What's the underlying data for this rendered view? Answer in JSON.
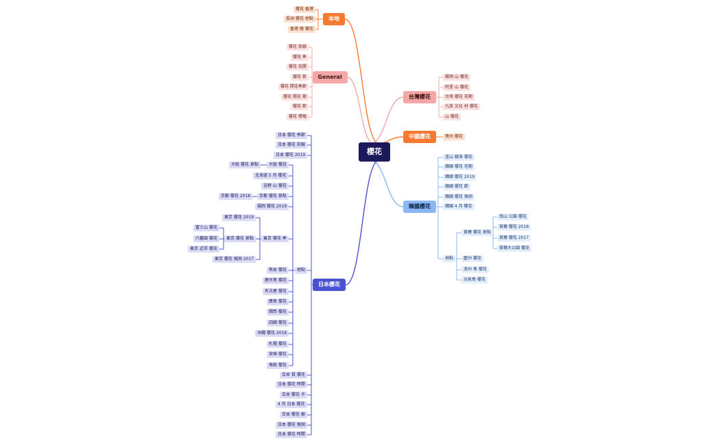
{
  "mindmap": {
    "root": "櫻花",
    "branches": {
      "bendi": {
        "label": "本地",
        "color": "#f7782f",
        "items": [
          "櫻花 香港",
          "長洲 櫻花 地點",
          "香港 哪 櫻花"
        ]
      },
      "general": {
        "label": "General",
        "color": "#f4a7a6",
        "items": [
          "櫻花 英線",
          "櫻花 季",
          "櫻花 花開",
          "櫻花 祭",
          "櫻花 開花季節",
          "櫻花 開花 期",
          "櫻花 節",
          "櫻花 情報"
        ]
      },
      "taiwan": {
        "label": "台灣櫻花",
        "color": "#f4a7a6",
        "items": [
          "陽明 山 櫻花",
          "阿里 山 櫻花",
          "台灣 櫻花 花期",
          "九族 文化 村 櫻花",
          "山 櫻花"
        ]
      },
      "china": {
        "label": "中國櫻花",
        "color": "#f7782f",
        "items": [
          "貴州 櫻花"
        ]
      },
      "korea": {
        "label": "韓國櫻花",
        "color": "#8ab8f5",
        "items": [
          "釜山 鎮海 櫻花",
          "韓國 櫻花 花期",
          "韓國 櫻花 2019",
          "韓國 櫻花 節",
          "韓國 櫻花 預測",
          "韓國 4 月 櫻花"
        ],
        "place": {
          "label": "地點",
          "seoul": {
            "label": "首爾 櫻花 景點",
            "items": [
              "南山 公園 櫻花",
              "首爾 櫻花 2018",
              "首爾 櫻花 2017",
              "首爾大公園 櫻花"
            ]
          },
          "others": [
            "慶州 櫻花",
            "濟州 島 櫻花",
            "汝矣島 櫻花"
          ]
        }
      },
      "japan": {
        "label": "日本櫻花",
        "color": "#4a52d1",
        "top_items": [
          "日本 櫻花 季節",
          "日本 櫻花 前線",
          "日本 櫻花 2019"
        ],
        "place": {
          "label": "地點",
          "osaka": {
            "label": "大阪 櫻花",
            "child": "大阪 櫻花 景點"
          },
          "items_a": [
            "北海道 5 月 櫻花",
            "吉野 山 櫻花"
          ],
          "kyoto": {
            "label": "京都 櫻花 景點",
            "child": "京都 櫻花 2018"
          },
          "fukuoka": "福岡 櫻花 2019",
          "tokyo": {
            "label": "東京 櫻花 季",
            "first": "東京 櫻花 2019",
            "spots": {
              "label": "東京 櫻花 景點",
              "items": [
                "富士山 櫻花",
                "六義園 櫻花",
                "東京 近郊 櫻花"
              ]
            },
            "last": "東京 櫻花 預測 2017"
          },
          "items_b": [
            "熊本 櫻花",
            "鹿兒島 櫻花",
            "名古屋 櫻花",
            "廣島 櫻花",
            "關西 櫻花",
            "四國 櫻花",
            "沖繩 櫻花 2018",
            "札幌 櫻花",
            "宮崎 櫻花",
            "角館 櫻花"
          ]
        },
        "bottom_items": [
          "日本 賞 櫻花",
          "日本 櫻花 時間",
          "日本 櫻花 卡",
          "4 月 日本 櫻花",
          "日本 櫻花 樹",
          "日本 櫻花 預測",
          "日本 櫻花 時間"
        ]
      }
    }
  }
}
